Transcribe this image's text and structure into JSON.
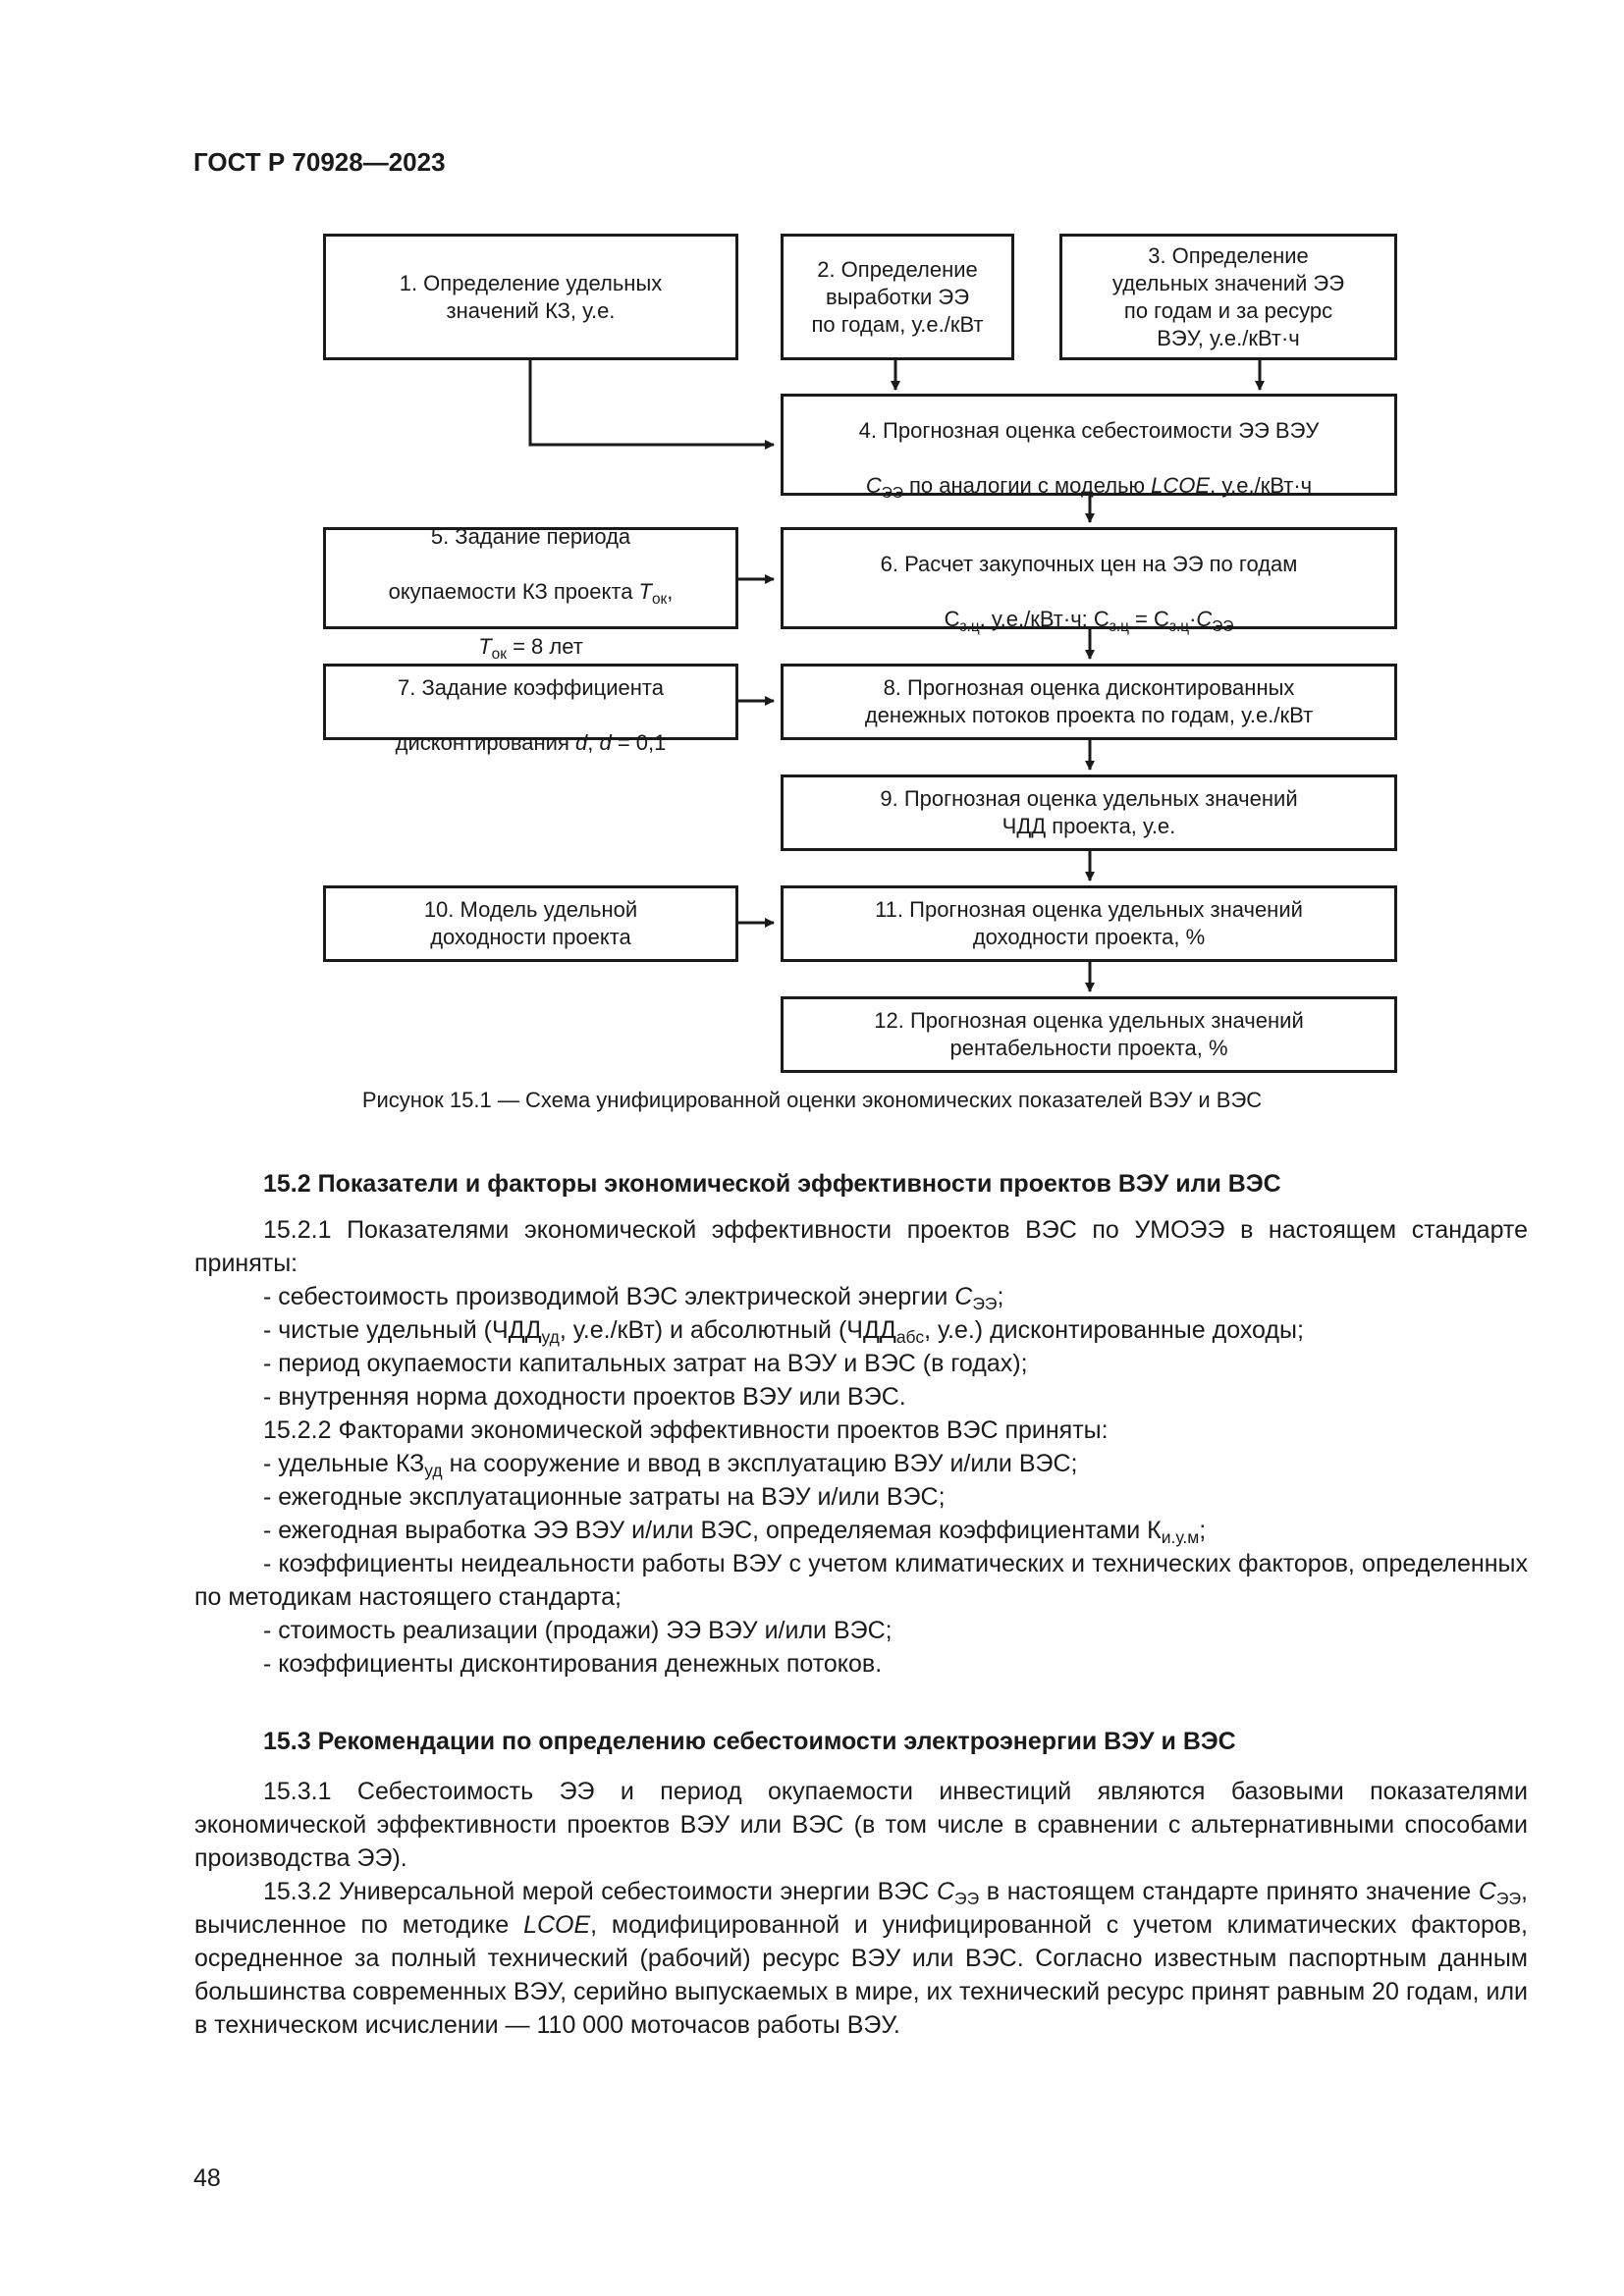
{
  "header": {
    "doc_code": "ГОСТ Р 70928—2023"
  },
  "figure": {
    "boxes": {
      "b1": "1. Определение удельных\nзначений КЗ, у.е.",
      "b2": "2. Определение\nвыработки ЭЭ\nпо годам, у.е./кВт",
      "b3": "3. Определение\nудельных значений ЭЭ\nпо годам и за ресурс\nВЭУ, у.е./кВт·ч",
      "b4_line1": "4. Прогнозная оценка себестоимости ЭЭ ВЭУ",
      "b4_line2_sym": "С",
      "b4_line2_sub": "ЭЭ",
      "b4_line2_mid": " по аналогии с моделью ",
      "b4_line2_model": "LCOE",
      "b4_line2_end": ", у.е./кВт·ч",
      "b5_line1": "5. Задание периода",
      "b5_line2": "окупаемости КЗ проекта ",
      "b5_t": "Т",
      "b5_tsub": "ок",
      "b5_line2_end": ",",
      "b5_line3_end": " = 8 лет",
      "b6_line1": "6. Расчет закупочных цен на ЭЭ по годам",
      "b6_c": "С",
      "b6_csub": "з.ц",
      "b6_mid": ", у.е./кВт·ч:  С",
      "b6_eq": " = С",
      "b6_dot": "·",
      "b6_cee": "С",
      "b6_ceesub": "ЭЭ",
      "b7_line1": "7. Задание коэффициента",
      "b7_line2": "дисконтирования ",
      "b7_d": "d",
      "b7_sep": ", ",
      "b7_val": " = 0,1",
      "b8": "8. Прогнозная оценка дисконтированных\nденежных потоков проекта по годам, у.е./кВт",
      "b9": "9. Прогнозная оценка удельных значений\nЧДД проекта, у.е.",
      "b10": "10. Модель удельной\nдоходности проекта",
      "b11": "11. Прогнозная оценка удельных значений\nдоходности проекта, %",
      "b12": "12. Прогнозная оценка удельных значений\nрентабельности проекта, %"
    },
    "caption": "Рисунок 15.1 — Схема унифицированной оценки экономических показателей ВЭУ и ВЭС"
  },
  "s152": {
    "title": "15.2  Показатели и факторы экономической эффективности проектов ВЭУ или ВЭС",
    "p1": "15.2.1  Показателями экономической эффективности проектов ВЭС по УМОЭЭ в настоящем стандарте приняты:",
    "i1_text": "- себестоимость производимой ВЭС электрической энергии ",
    "i1_sym": "С",
    "i1_sub": "ЭЭ",
    "i1_end": ";",
    "i2_a": "- чистые удельный (ЧДД",
    "i2_sub1": "уд",
    "i2_b": ", у.е./кВт) и абсолютный (ЧДД",
    "i2_sub2": "абс",
    "i2_c": ", у.е.) дисконтированные доходы;",
    "i3": "- период окупаемости капитальных затрат на ВЭУ и ВЭС (в годах);",
    "i4": "- внутренняя норма доходности проектов ВЭУ или ВЭС.",
    "p2": "15.2.2  Факторами экономической эффективности проектов ВЭС приняты:",
    "f1_a": "- удельные КЗ",
    "f1_sub": "уд",
    "f1_b": " на сооружение и ввод в эксплуатацию ВЭУ и/или ВЭС;",
    "f2": "- ежегодные эксплуатационные затраты на ВЭУ и/или ВЭС;",
    "f3_a": "- ежегодная выработка ЭЭ ВЭУ и/или ВЭС, определяемая коэффициентами К",
    "f3_sub": "и.у.м",
    "f3_b": ";",
    "f4": "- коэффициенты неидеальности работы ВЭУ с учетом климатических и технических факторов, определенных по методикам настоящего стандарта;",
    "f5": "- стоимость реализации (продажи) ЭЭ ВЭУ и/или ВЭС;",
    "f6": "- коэффициенты дисконтирования денежных потоков."
  },
  "s153": {
    "title": "15.3  Рекомендации по определению себестоимости электроэнергии ВЭУ и ВЭС",
    "p1": "15.3.1  Себестоимость ЭЭ и период окупаемости инвестиций являются базовыми показателями экономической эффективности проектов ВЭУ или ВЭС (в том числе в сравнении с альтернативными способами производства ЭЭ).",
    "p2_a": "15.3.2  Универсальной мерой себестоимости энергии ВЭС ",
    "p2_sym": "С",
    "p2_sub": "ЭЭ",
    "p2_b": " в настоящем стандарте принято значение ",
    "p2_c": ", вычисленное по методике ",
    "p2_model": "LCOE",
    "p2_d": ", модифицированной и унифицированной с учетом климатических факторов, осредненное за полный технический (рабочий) ресурс ВЭУ или ВЭС. Согласно известным паспортным данным большинства современных ВЭУ, серийно выпускаемых в мире, их технический ресурс принят равным 20 годам, или в техническом исчислении — 110 000 моточасов работы ВЭУ."
  },
  "footer": {
    "page_number": "48"
  }
}
